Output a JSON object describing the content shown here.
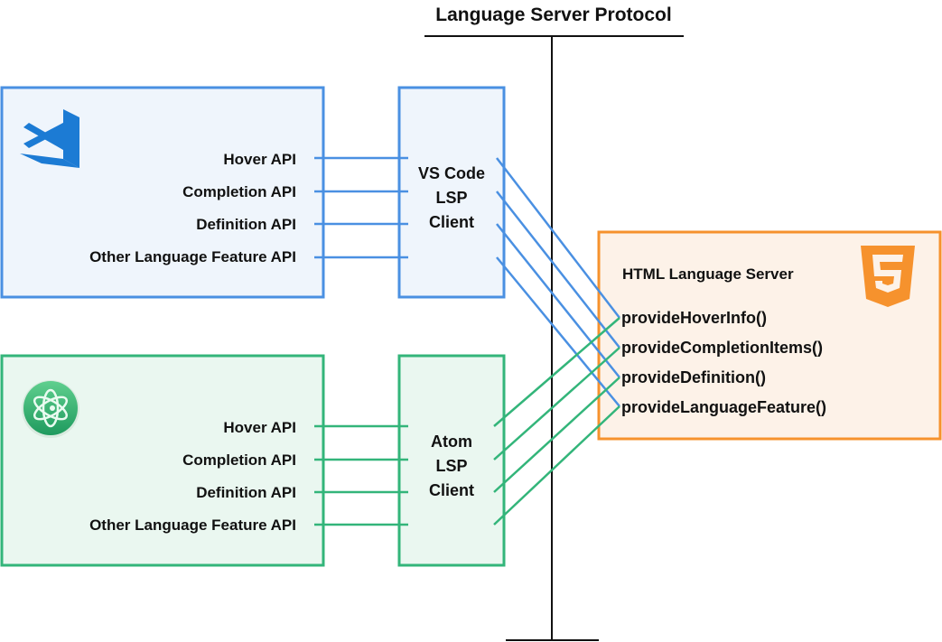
{
  "title": "Language Server Protocol",
  "colors": {
    "vscode": "#4a90e2",
    "vscode_fill": "#eff5fc",
    "atom": "#33b57a",
    "atom_fill": "#eaf7f0",
    "server": "#f6922d",
    "server_fill": "#fdf2e8",
    "protocol_line": "#111111"
  },
  "vscode": {
    "icon": "vscode-logo-icon",
    "apis": [
      "Hover API",
      "Completion API",
      "Definition API",
      "Other Language Feature API"
    ],
    "client_lines": [
      "VS Code",
      "LSP",
      "Client"
    ]
  },
  "atom": {
    "icon": "atom-logo-icon",
    "apis": [
      "Hover API",
      "Completion API",
      "Definition API",
      "Other Language Feature API"
    ],
    "client_lines": [
      "Atom",
      "LSP",
      "Client"
    ]
  },
  "server": {
    "icon": "html5-logo-icon",
    "title": "HTML Language Server",
    "methods": [
      "provideHoverInfo()",
      "provideCompletionItems()",
      "provideDefinition()",
      "provideLanguageFeature()"
    ]
  }
}
